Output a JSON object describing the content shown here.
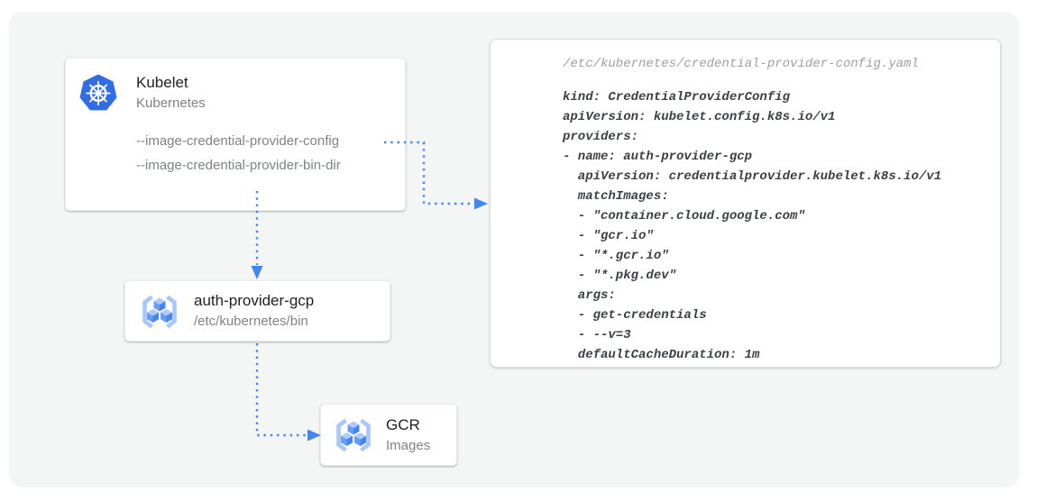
{
  "kubelet": {
    "title": "Kubelet",
    "subtitle": "Kubernetes",
    "flags": [
      "--image-credential-provider-config",
      "--image-credential-provider-bin-dir"
    ]
  },
  "auth_provider": {
    "title": "auth-provider-gcp",
    "subtitle": "/etc/kubernetes/bin"
  },
  "gcr": {
    "title": "GCR",
    "subtitle": "Images"
  },
  "config_panel": {
    "path": "/etc/kubernetes/credential-provider-config.yaml",
    "yaml": "kind: CredentialProviderConfig\napiVersion: kubelet.config.k8s.io/v1\nproviders:\n- name: auth-provider-gcp\n  apiVersion: credentialprovider.kubelet.k8s.io/v1\n  matchImages:\n  - \"container.cloud.google.com\"\n  - \"gcr.io\"\n  - \"*.gcr.io\"\n  - \"*.pkg.dev\"\n  args:\n  - get-credentials\n  - --v=3\n  defaultCacheDuration: 1m"
  },
  "icons": {
    "kubernetes": "kubernetes-helm-icon",
    "registry": "container-registry-icon"
  },
  "colors": {
    "arrow_blue": "#4285f4",
    "kubernetes_blue": "#326ce5",
    "board_background": "#f4f5f5",
    "card_background": "#ffffff",
    "text_primary": "#212124",
    "text_secondary": "#7e8387",
    "code_text": "#3c4043",
    "code_title_text": "#9aa0a6",
    "cube_top": "#aecbfa",
    "cube_left": "#669df6",
    "cube_right": "#4285f4"
  }
}
